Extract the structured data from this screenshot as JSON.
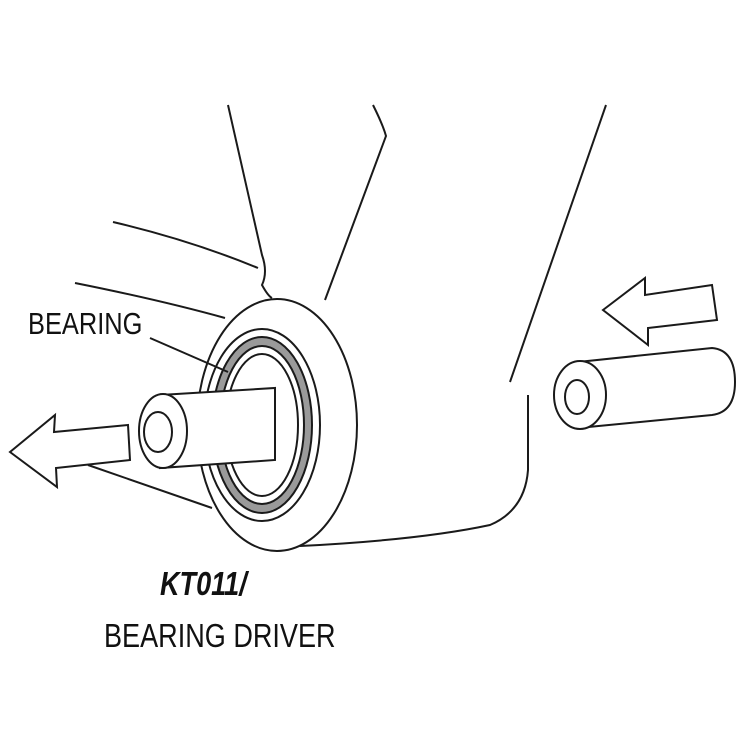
{
  "labels": {
    "bearing": "BEARING",
    "part_number": "KT011/",
    "tool_name": "BEARING DRIVER"
  },
  "colors": {
    "line": "#1a1a1a",
    "bearing_fill": "#9a9a9a"
  }
}
